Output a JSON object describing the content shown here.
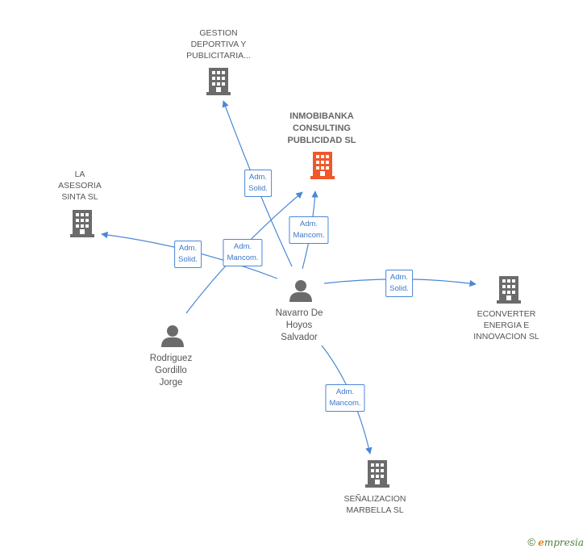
{
  "colors": {
    "edge": "#4a87d6",
    "company": "#6b6b6b",
    "focus_company": "#f0572b",
    "person": "#6b6b6b"
  },
  "nodes": {
    "gestion": {
      "lines": [
        "GESTION",
        "DEPORTIVA Y",
        "PUBLICITARIA..."
      ],
      "icon": "building-icon"
    },
    "inmobibanka": {
      "lines": [
        "INMOBIBANKA",
        "CONSULTING",
        "PUBLICIDAD SL"
      ],
      "icon": "building-icon"
    },
    "asesoria": {
      "lines": [
        "LA",
        "ASESORIA",
        "SINTA SL"
      ],
      "icon": "building-icon"
    },
    "econverter": {
      "lines": [
        "ECONVERTER",
        "ENERGIA E",
        "INNOVACION SL"
      ],
      "icon": "building-icon"
    },
    "senalizacion": {
      "lines": [
        "SEÑALIZACION",
        "MARBELLA  SL"
      ],
      "icon": "building-icon"
    },
    "navarro": {
      "lines": [
        "Navarro De",
        "Hoyos",
        "Salvador"
      ],
      "icon": "person-icon"
    },
    "rodriguez": {
      "lines": [
        "Rodriguez",
        "Gordillo",
        "Jorge"
      ],
      "icon": "person-icon"
    }
  },
  "edges": {
    "e_gestion": {
      "lines": [
        "Adm.",
        "Solid."
      ]
    },
    "e_inmobi": {
      "lines": [
        "Adm.",
        "Mancom."
      ]
    },
    "e_asesoria": {
      "lines": [
        "Adm.",
        "Solid."
      ]
    },
    "e_rodriguez": {
      "lines": [
        "Adm.",
        "Mancom."
      ]
    },
    "e_econverter": {
      "lines": [
        "Adm.",
        "Solid."
      ]
    },
    "e_senal": {
      "lines": [
        "Adm.",
        "Mancom."
      ]
    }
  },
  "footer": {
    "copyright_symbol": "©",
    "brand_initial": "e",
    "brand_rest": "mpresia"
  }
}
